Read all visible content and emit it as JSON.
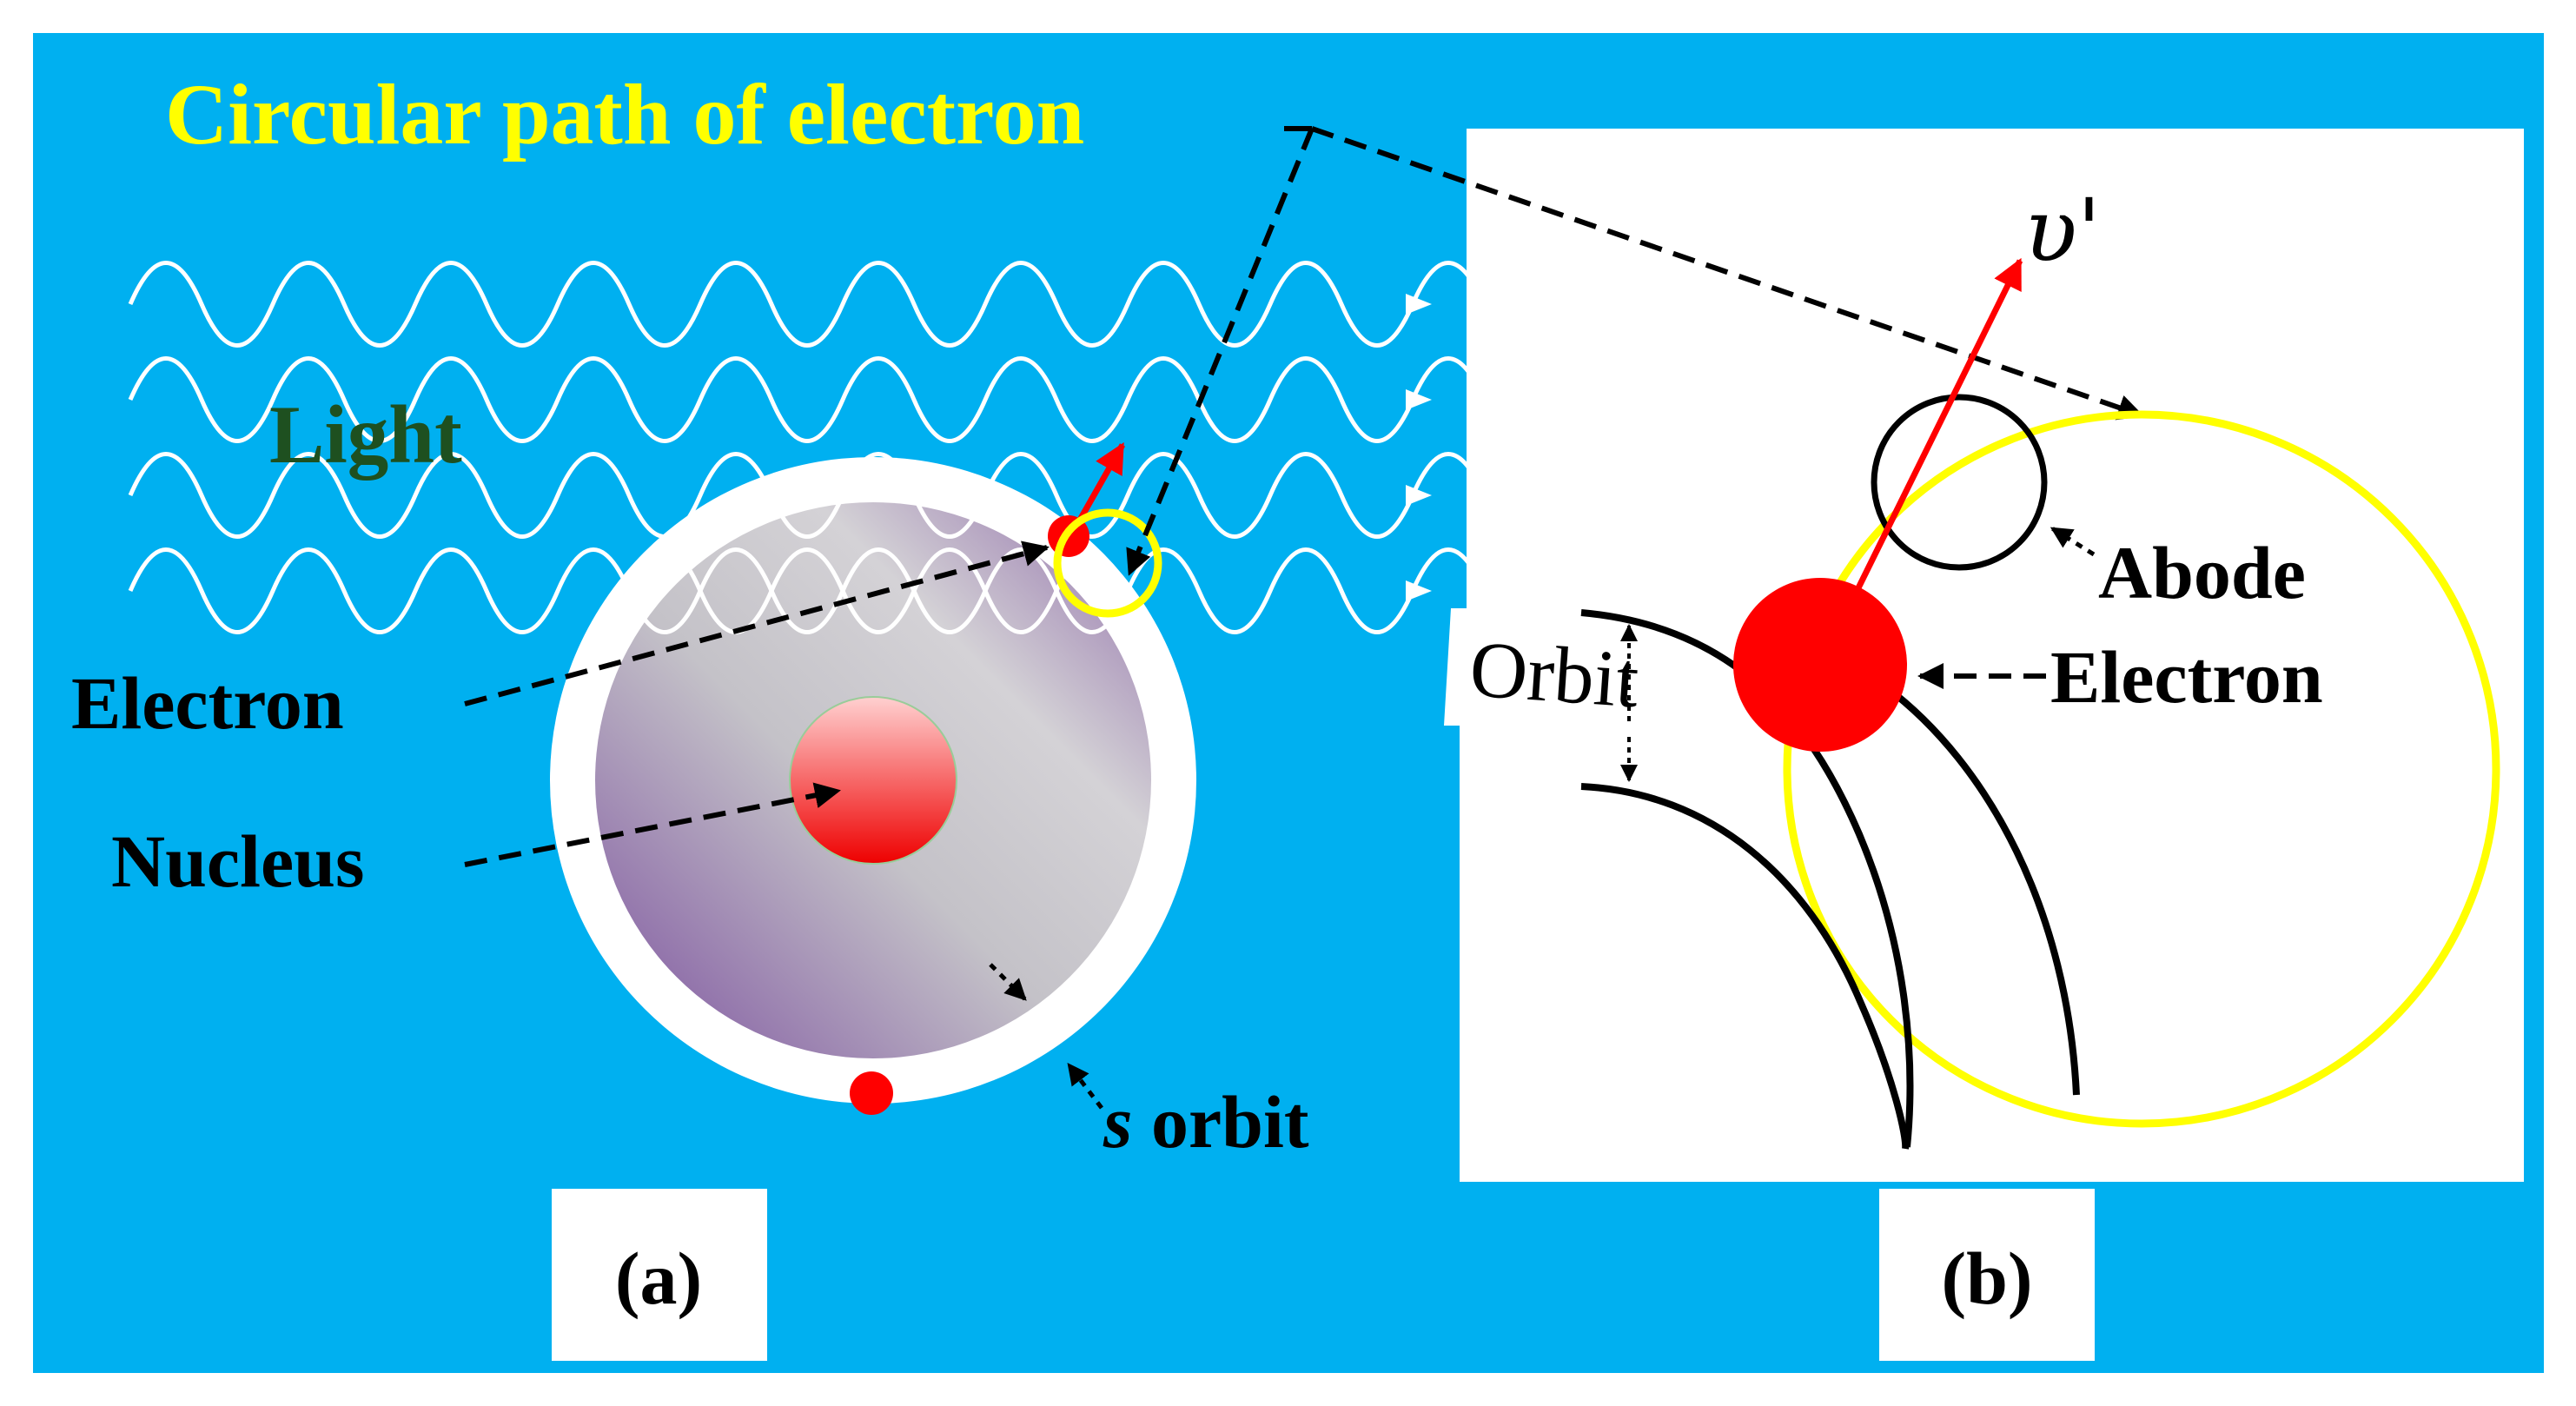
{
  "labels": {
    "circular_path": "Circular path of electron",
    "light": "Light",
    "electron_a": "Electron",
    "nucleus": "Nucleus",
    "s_italic": "s",
    "orbit_word": " orbit",
    "panel_a": "(a)",
    "panel_b": "(b)",
    "nu_prime": "υ'",
    "abode": "Abode",
    "electron_b": "Electron",
    "orbit_b": "Orbit"
  },
  "colors": {
    "background_blue": "#00b0f0",
    "title_yellow": "#ffff00",
    "light_green": "#1e5020",
    "electron_red": "#ff0000",
    "path_yellow": "#ffff00",
    "atom_purple": "#7b4f9e",
    "atom_grey": "#d0d0d0"
  }
}
